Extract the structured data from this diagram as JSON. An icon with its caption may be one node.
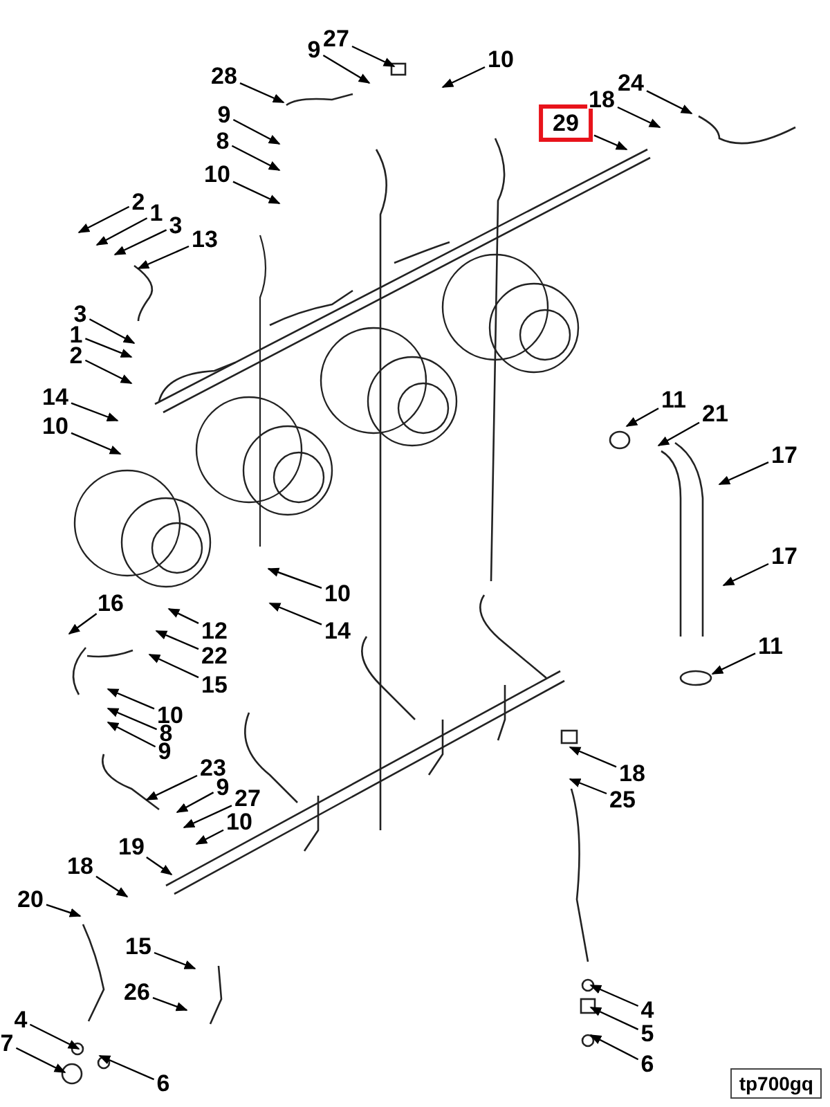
{
  "diagram": {
    "nodes": [
      {
        "text": [
          "27"
        ]
      },
      {
        "text": [
          "9"
        ]
      },
      {
        "text": [
          "10"
        ]
      },
      {
        "text": [
          "28"
        ]
      },
      {
        "text": [
          "9"
        ]
      },
      {
        "text": [
          "8"
        ]
      },
      {
        "text": [
          "10"
        ]
      },
      {
        "text": [
          "29"
        ]
      },
      {
        "text": [
          "18"
        ]
      },
      {
        "text": [
          "24"
        ]
      },
      {
        "text": [
          "2"
        ]
      },
      {
        "text": [
          "1"
        ]
      },
      {
        "text": [
          "3"
        ]
      },
      {
        "text": [
          "13"
        ]
      },
      {
        "text": [
          "3"
        ]
      },
      {
        "text": [
          "1"
        ]
      },
      {
        "text": [
          "2"
        ]
      },
      {
        "text": [
          "14"
        ]
      },
      {
        "text": [
          "10"
        ]
      },
      {
        "text": [
          "11"
        ]
      },
      {
        "text": [
          "21"
        ]
      },
      {
        "text": [
          "17"
        ]
      },
      {
        "text": [
          "17"
        ]
      },
      {
        "text": [
          "10"
        ]
      },
      {
        "text": [
          "14"
        ]
      },
      {
        "text": [
          "16"
        ]
      },
      {
        "text": [
          "12"
        ]
      },
      {
        "text": [
          "22"
        ]
      },
      {
        "text": [
          "15"
        ]
      },
      {
        "text": [
          "11"
        ]
      },
      {
        "text": [
          "10"
        ]
      },
      {
        "text": [
          "8"
        ]
      },
      {
        "text": [
          "9"
        ]
      },
      {
        "text": [
          "23"
        ]
      },
      {
        "text": [
          "9"
        ]
      },
      {
        "text": [
          "27"
        ]
      },
      {
        "text": [
          "10"
        ]
      },
      {
        "text": [
          "19"
        ]
      },
      {
        "text": [
          "18"
        ]
      },
      {
        "text": [
          "20"
        ]
      },
      {
        "text": [
          "18"
        ]
      },
      {
        "text": [
          "25"
        ]
      },
      {
        "text": [
          "15"
        ]
      },
      {
        "text": [
          "26"
        ]
      },
      {
        "text": [
          "4"
        ]
      },
      {
        "text": [
          "7"
        ]
      },
      {
        "text": [
          "6"
        ]
      },
      {
        "text": [
          "4"
        ]
      },
      {
        "text": [
          "5"
        ]
      },
      {
        "text": [
          "6"
        ]
      }
    ],
    "edges": [
      {
        "from": 0,
        "to": null,
        "arrow": "to"
      },
      {
        "from": 1,
        "to": null,
        "arrow": "to"
      },
      {
        "from": 2,
        "to": null,
        "arrow": "to"
      },
      {
        "from": 3,
        "to": null,
        "arrow": "to"
      },
      {
        "from": 4,
        "to": null,
        "arrow": "to"
      },
      {
        "from": 5,
        "to": null,
        "arrow": "to"
      },
      {
        "from": 6,
        "to": null,
        "arrow": "to"
      },
      {
        "from": 7,
        "to": null,
        "arrow": "to"
      },
      {
        "from": 8,
        "to": null,
        "arrow": "to"
      },
      {
        "from": 9,
        "to": null,
        "arrow": "to"
      },
      {
        "from": 10,
        "to": null,
        "arrow": "to"
      },
      {
        "from": 11,
        "to": null,
        "arrow": "to"
      },
      {
        "from": 12,
        "to": null,
        "arrow": "to"
      },
      {
        "from": 13,
        "to": null,
        "arrow": "to"
      },
      {
        "from": 14,
        "to": null,
        "arrow": "to"
      },
      {
        "from": 15,
        "to": null,
        "arrow": "to"
      },
      {
        "from": 16,
        "to": null,
        "arrow": "to"
      },
      {
        "from": 17,
        "to": null,
        "arrow": "to"
      },
      {
        "from": 18,
        "to": null,
        "arrow": "to"
      },
      {
        "from": 19,
        "to": null,
        "arrow": "to"
      },
      {
        "from": 20,
        "to": null,
        "arrow": "to"
      },
      {
        "from": 21,
        "to": null,
        "arrow": "to"
      },
      {
        "from": 22,
        "to": null,
        "arrow": "to"
      },
      {
        "from": 23,
        "to": null,
        "arrow": "to"
      },
      {
        "from": 24,
        "to": null,
        "arrow": "to"
      },
      {
        "from": 25,
        "to": null,
        "arrow": "to"
      },
      {
        "from": 26,
        "to": null,
        "arrow": "to"
      },
      {
        "from": 27,
        "to": null,
        "arrow": "to"
      },
      {
        "from": 28,
        "to": null,
        "arrow": "to"
      },
      {
        "from": 29,
        "to": null,
        "arrow": "to"
      },
      {
        "from": 30,
        "to": null,
        "arrow": "to"
      },
      {
        "from": 31,
        "to": null,
        "arrow": "to"
      },
      {
        "from": 32,
        "to": null,
        "arrow": "to"
      },
      {
        "from": 33,
        "to": null,
        "arrow": "to"
      },
      {
        "from": 34,
        "to": null,
        "arrow": "to"
      },
      {
        "from": 35,
        "to": null,
        "arrow": "to"
      },
      {
        "from": 36,
        "to": null,
        "arrow": "to"
      },
      {
        "from": 37,
        "to": null,
        "arrow": "to"
      },
      {
        "from": 38,
        "to": null,
        "arrow": "to"
      },
      {
        "from": 39,
        "to": null,
        "arrow": "to"
      },
      {
        "from": 40,
        "to": null,
        "arrow": "to"
      },
      {
        "from": 41,
        "to": null,
        "arrow": "to"
      },
      {
        "from": 42,
        "to": null,
        "arrow": "to"
      },
      {
        "from": 43,
        "to": null,
        "arrow": "to"
      },
      {
        "from": 44,
        "to": null,
        "arrow": "to"
      },
      {
        "from": 45,
        "to": null,
        "arrow": "to"
      },
      {
        "from": 46,
        "to": null,
        "arrow": "to"
      },
      {
        "from": 47,
        "to": null,
        "arrow": "to"
      },
      {
        "from": 48,
        "to": null,
        "arrow": "to"
      },
      {
        "from": 49,
        "to": null,
        "arrow": "to"
      }
    ],
    "labels": [
      "tp700gq"
    ]
  }
}
